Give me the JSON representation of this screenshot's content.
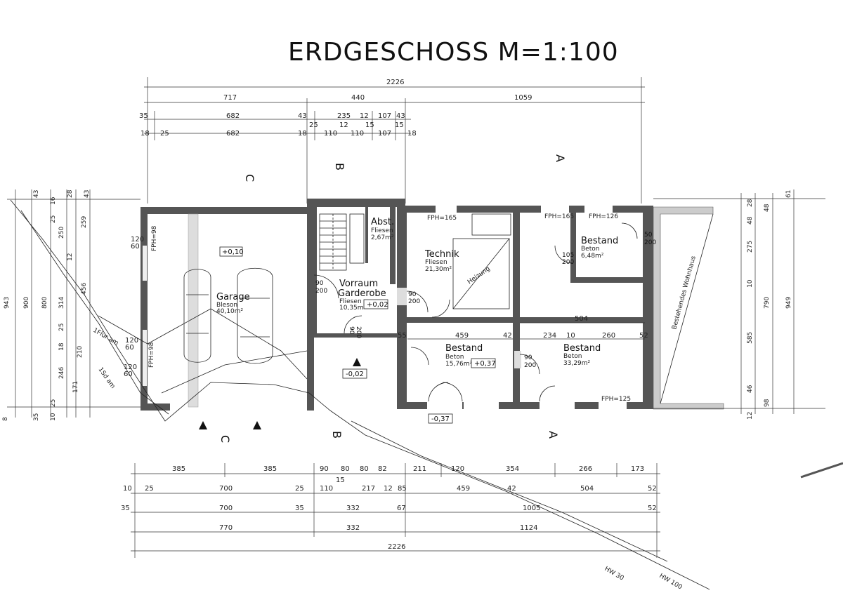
{
  "title": "ERDGESCHOSS M=1:100",
  "rooms": {
    "garage": {
      "name": "Garage",
      "finish": "Bleson",
      "area": "40,10m²",
      "level": "+0,10"
    },
    "abst": {
      "name": "Abst.",
      "finish": "Fliesen",
      "area": "2,67m²"
    },
    "vorraum": {
      "name1": "Vorraum",
      "name2": "Garderobe",
      "finish": "Fliesen",
      "area": "10,35m²",
      "level": "+0,02"
    },
    "technik": {
      "name": "Technik",
      "finish": "Fliesen",
      "area": "21,30m²",
      "note": "Heizung"
    },
    "bestand_small": {
      "name": "Bestand",
      "finish": "Beton",
      "area": "6,48m²"
    },
    "bestand_mid": {
      "name": "Bestand",
      "finish": "Beton",
      "area": "15,76m²",
      "level": "+0,37"
    },
    "bestand_right": {
      "name": "Bestand",
      "finish": "Beton",
      "area": "33,29m²"
    },
    "entry_level": "-0,02",
    "outside_level": "-0,37"
  },
  "notes": {
    "wohnhaus": "Bestehendes Wohnhaus",
    "fpa": "FPH=125",
    "fph165a": "FPH=165",
    "fph165b": "FPH=165",
    "fph126": "FPH=126",
    "fph125": "FPH=125",
    "fph98": "FPH=98",
    "fph98b": "FPH=98",
    "hw30": "HW 30",
    "hw100": "HW 100",
    "flur1": "1Flur am",
    "flur2": "1Sd am"
  },
  "doors": {
    "d1": [
      "90",
      "200"
    ],
    "d2": [
      "90",
      "200"
    ],
    "d3": [
      "105",
      "200"
    ],
    "d4": [
      "90",
      "200"
    ],
    "d5": [
      "50",
      "200"
    ],
    "d6": [
      "90",
      "200"
    ]
  },
  "top_dims": {
    "overall": "2226",
    "row1": [
      "717",
      "440",
      "1059"
    ],
    "row2": [
      "35",
      "682",
      "43",
      "235",
      "12",
      "107",
      "43"
    ],
    "row3": [
      "18",
      "25",
      "682",
      "18",
      "25",
      "110",
      "12",
      "110",
      "15",
      "107",
      "15",
      "18"
    ]
  },
  "bottom_dims": {
    "row1": [
      "385",
      "385",
      "90",
      "80",
      "80",
      "82",
      "211",
      "120",
      "354",
      "266",
      "173"
    ],
    "row1b": [
      "15"
    ],
    "row2": [
      "10",
      "25",
      "700",
      "25",
      "110",
      "217",
      "12",
      "85",
      "459",
      "42",
      "504",
      "52"
    ],
    "row3": [
      "35",
      "700",
      "35",
      "332",
      "67",
      "1005",
      "52"
    ],
    "row4": [
      "770",
      "332",
      "1124"
    ],
    "overall": "2226"
  },
  "left_dims": [
    "943",
    "900",
    "800",
    "456",
    "314",
    "250",
    "259",
    "246",
    "210",
    "171",
    "43",
    "16",
    "25",
    "28",
    "43",
    "12",
    "25",
    "18",
    "25",
    "10",
    "35",
    "8"
  ],
  "right_dims": [
    "949",
    "790",
    "585",
    "275",
    "48",
    "28",
    "61",
    "10",
    "46",
    "12",
    "98",
    "48"
  ],
  "interior_dims": {
    "garage_a": [
      "120",
      "60"
    ],
    "garage_b": [
      "120",
      "60"
    ],
    "garage_c": [
      "120",
      "60"
    ],
    "mid": [
      "459",
      "42",
      "504",
      "234",
      "10",
      "260",
      "52",
      "55"
    ],
    "bestand_small_dim": [
      "105",
      "200"
    ]
  },
  "section_markers": {
    "a": "A",
    "b": "B",
    "c": "C"
  }
}
